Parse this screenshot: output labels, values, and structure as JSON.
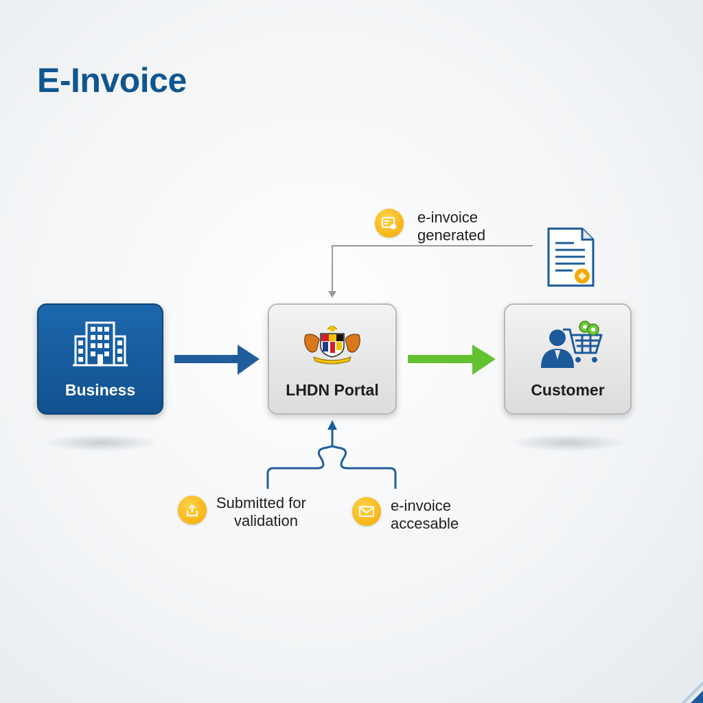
{
  "title": "E-Invoice",
  "nodes": {
    "business": "Business",
    "portal": "LHDN Portal",
    "customer": "Customer"
  },
  "steps": {
    "generated": {
      "line1": "e-invoice",
      "line2": "generated"
    },
    "submitted": {
      "line1": "Submitted for",
      "line2": "validation"
    },
    "accessible": {
      "line1": "e-invoice",
      "line2": "accesable"
    }
  },
  "colors": {
    "title": "#0f5690",
    "business_fill": "#1d67ad",
    "arrow_blue": "#1f5d9c",
    "arrow_green": "#62c22f",
    "badge": "#f5a800",
    "connector_gray": "#9a9a9a"
  },
  "icons": {
    "business": "office-building-icon",
    "portal": "coat-of-arms-icon",
    "customer": "shopping-customer-icon",
    "document": "invoice-document-icon",
    "generated": "invoice-card-icon",
    "submitted": "upload-tray-icon",
    "accessible": "envelope-icon"
  }
}
